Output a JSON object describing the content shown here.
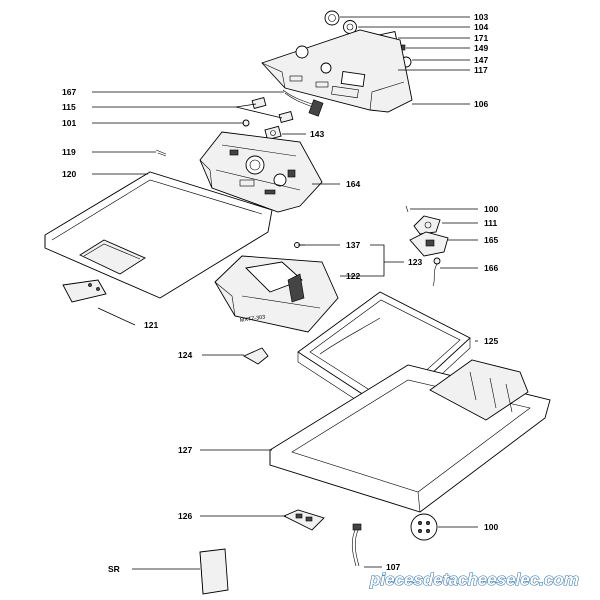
{
  "diagram": {
    "labels": {
      "l103": "103",
      "l104": "104",
      "l171": "171",
      "l149": "149",
      "l147": "147",
      "l117": "117",
      "l106": "106",
      "l167": "167",
      "l115": "115",
      "l101": "101",
      "l143": "143",
      "l119": "119",
      "l120": "120",
      "l164": "164",
      "l100a": "100",
      "l111": "111",
      "l165": "165",
      "l137": "137",
      "l123": "123",
      "l166": "166",
      "l122": "122",
      "l121": "121",
      "l125": "125",
      "l124": "124",
      "l127": "127",
      "l126": "126",
      "l100b": "100",
      "lSR": "SR",
      "l107": "107"
    },
    "part_stamp": "MXT7-303",
    "watermark": "piecesdetacheeselec.com"
  }
}
